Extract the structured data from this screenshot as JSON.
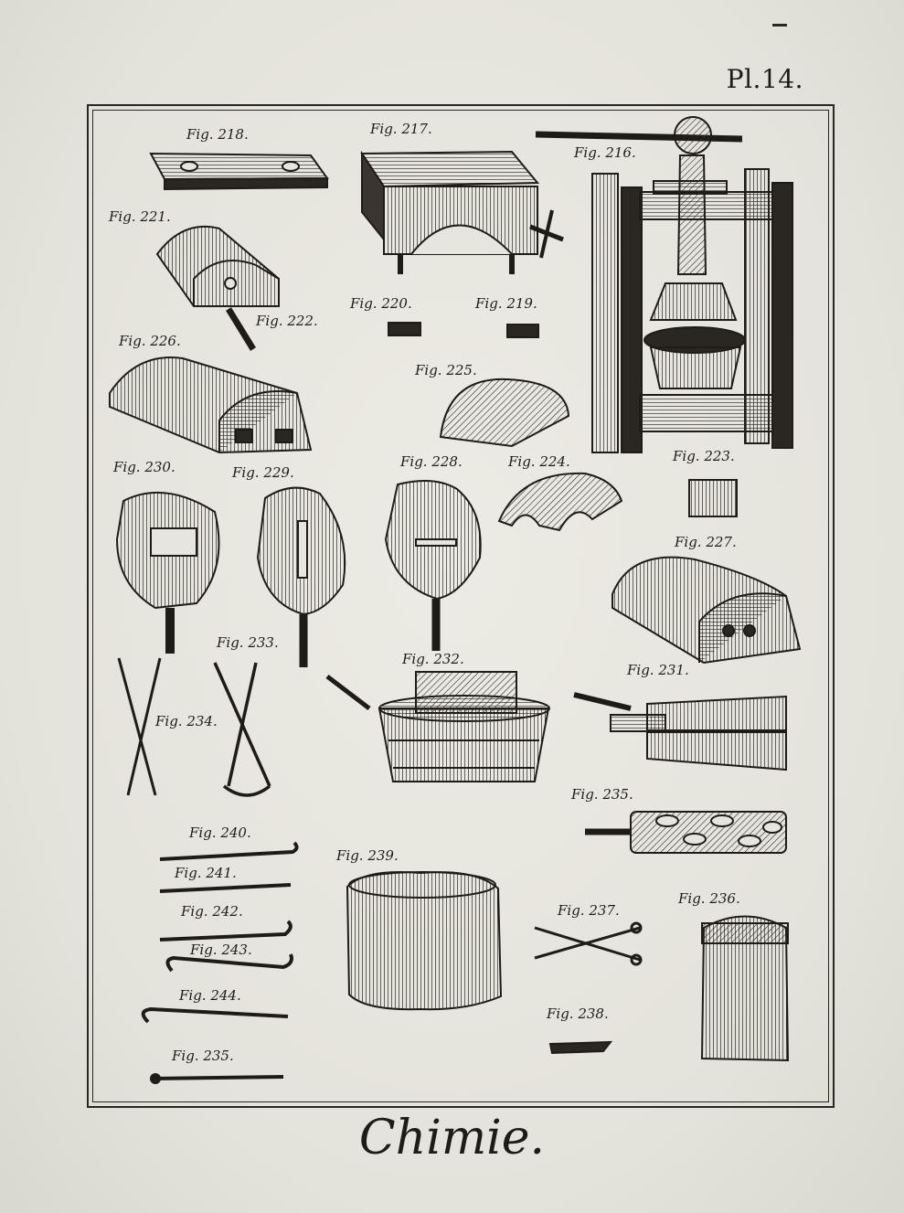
{
  "plate": {
    "number": "Pl.14."
  },
  "title": "Chimie.",
  "figures": {
    "f216": "Fig. 216.",
    "f217": "Fig. 217.",
    "f218": "Fig. 218.",
    "f219": "Fig. 219.",
    "f220": "Fig. 220.",
    "f221": "Fig. 221.",
    "f222": "Fig. 222.",
    "f223": "Fig. 223.",
    "f224": "Fig. 224.",
    "f225": "Fig. 225.",
    "f226": "Fig. 226.",
    "f227": "Fig. 227.",
    "f228": "Fig. 228.",
    "f229": "Fig. 229.",
    "f230": "Fig. 230.",
    "f231": "Fig. 231.",
    "f232": "Fig. 232.",
    "f233": "Fig. 233.",
    "f234": "Fig. 234.",
    "f235a": "Fig. 235.",
    "f236": "Fig. 236.",
    "f237": "Fig. 237.",
    "f238": "Fig. 238.",
    "f239": "Fig. 239.",
    "f240": "Fig. 240.",
    "f241": "Fig. 241.",
    "f242": "Fig. 242.",
    "f243": "Fig. 243.",
    "f244": "Fig. 244.",
    "f235b": "Fig. 235."
  },
  "colors": {
    "paper": "#e7e6de",
    "ink": "#1f1c18"
  }
}
